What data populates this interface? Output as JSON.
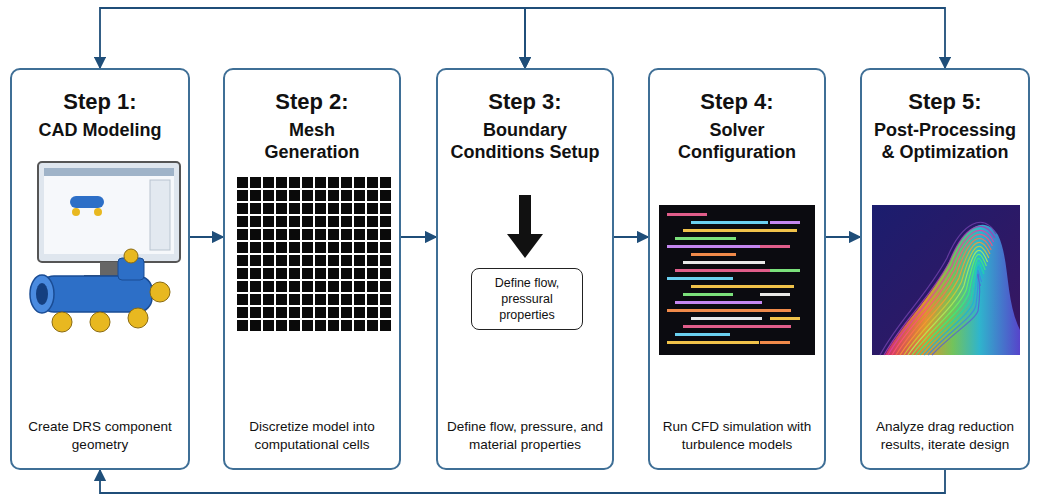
{
  "diagram": {
    "nodes": [
      {
        "text": [
          "Step 1:",
          "CAD Modeling",
          "Create DRS component geometry"
        ]
      },
      {
        "text": [
          "Step 2:",
          "Mesh Generation",
          "Discretize model into computational cells"
        ]
      },
      {
        "text": [
          "Step 3:",
          "Boundary Conditions Setup",
          "Define flow, pressure, and material properties"
        ]
      },
      {
        "text": [
          "Define flow, pressural properties"
        ],
        "in": 2
      },
      {
        "text": [
          "Step 4:",
          "Solver Configuration",
          "Run CFD simulation with turbulence models"
        ]
      },
      {
        "text": [
          "Step 5:",
          "Post-Processing & Optimization",
          "Analyze drag reduction results, iterate design"
        ]
      }
    ],
    "edges": [
      {
        "from": 0,
        "to": 1,
        "arrow": "to"
      },
      {
        "from": 1,
        "to": 2,
        "arrow": "to"
      },
      {
        "from": 2,
        "to": 4,
        "arrow": "to"
      },
      {
        "from": 4,
        "to": 5,
        "arrow": "to"
      },
      {
        "from": 0,
        "to": 2,
        "arrow": "both"
      },
      {
        "from": 2,
        "to": 5,
        "arrow": "both"
      },
      {
        "from": 5,
        "to": 0,
        "arrow": "to"
      }
    ]
  }
}
